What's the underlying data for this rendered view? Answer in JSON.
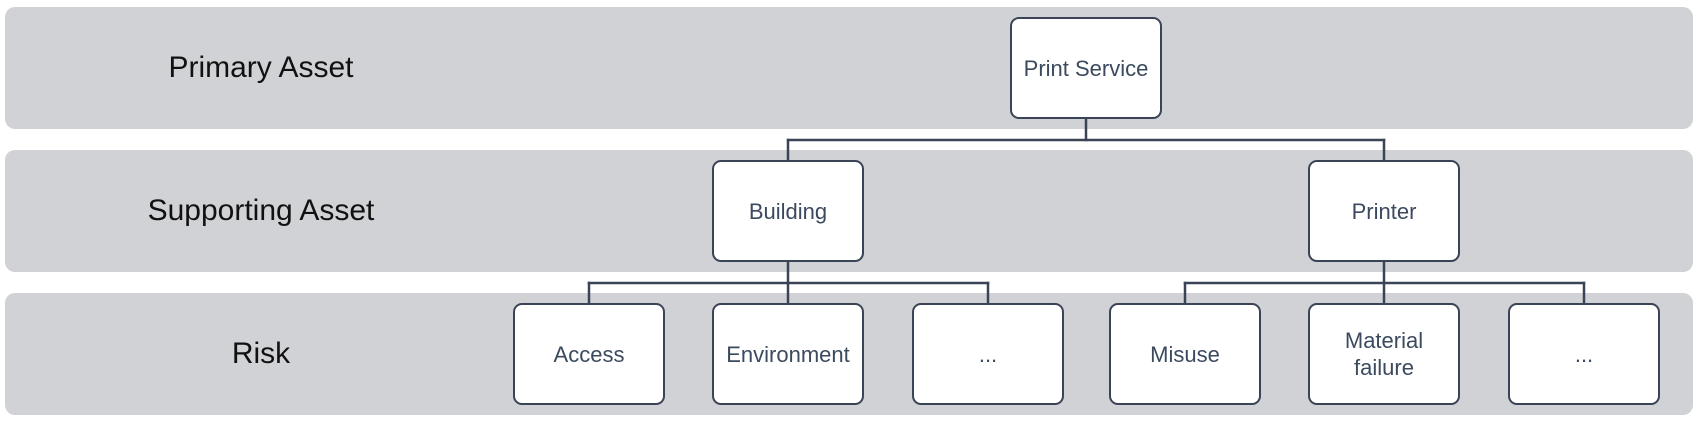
{
  "layers": {
    "primary": "Primary Asset",
    "supporting": "Supporting Asset",
    "risk": "Risk"
  },
  "nodes": {
    "print_service": "Print Service",
    "building": "Building",
    "printer": "Printer",
    "access": "Access",
    "environment": "Environment",
    "building_more": "...",
    "misuse": "Misuse",
    "material_failure": "Material failure",
    "printer_more": "..."
  },
  "colors": {
    "band": "#d1d2d5",
    "node_border": "#3a4456",
    "node_text": "#3b4a5e",
    "connector": "#3a4456"
  }
}
